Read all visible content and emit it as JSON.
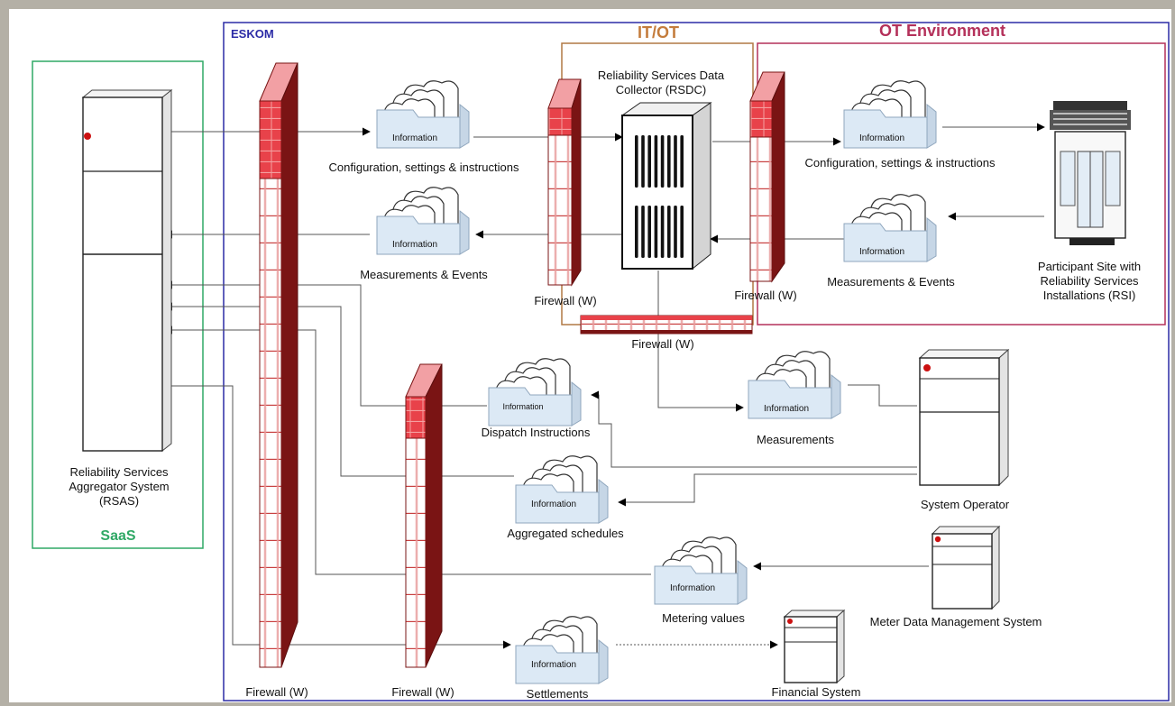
{
  "zones": {
    "eskom": "ESKOM",
    "itot": "IT/OT",
    "ot": "OT Environment",
    "saas": "SaaS"
  },
  "colors": {
    "eskom_border": "#2b2ba6",
    "itot_border": "#b07844",
    "ot_border": "#b4305a",
    "saas_border": "#2fa865",
    "firewall_red": "#e8424a",
    "firewall_dark": "#7a1414",
    "folder_fill": "#dce9f5"
  },
  "systems": {
    "rsas": "Reliability Services Aggregator System (RSAS)",
    "rsdc": "Reliability Services Data Collector (RSDC)",
    "participant": "Participant Site with Reliability Services Installations (RSI)",
    "system_operator": "System Operator",
    "mdms": "Meter Data Management System",
    "financial": "Financial System"
  },
  "firewalls": {
    "main": "Firewall (W)",
    "itot_left": "Firewall (W)",
    "itot_right": "Firewall (W)",
    "itot_bottom": "Firewall (W)",
    "lower": "Firewall (W)"
  },
  "info_packets": {
    "folder_text": "Information",
    "config_left": "Configuration, settings & instructions",
    "meas_left": "Measurements & Events",
    "config_right": "Configuration, settings & instructions",
    "meas_right": "Measurements & Events",
    "dispatch": "Dispatch Instructions",
    "measurements": "Measurements",
    "schedules": "Aggregated schedules",
    "metering": "Metering values",
    "settlements": "Settlements"
  }
}
